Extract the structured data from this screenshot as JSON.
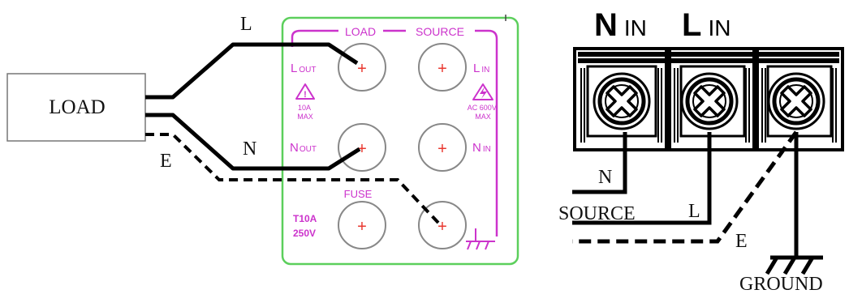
{
  "left_diagram": {
    "load_box_label": "LOAD",
    "wire_labels": {
      "live": "L",
      "neutral": "N",
      "earth": "E"
    },
    "panel": {
      "header_load": "LOAD",
      "header_source": "SOURCE",
      "terminal_symbol": "+",
      "load_out_L": {
        "main": "L",
        "sub": "OUT"
      },
      "source_in_L": {
        "main": "L",
        "sub": "IN"
      },
      "load_out_N": {
        "main": "N",
        "sub": "OUT"
      },
      "source_in_N": {
        "main": "N",
        "sub": "IN"
      },
      "load_rating": [
        "10A",
        "MAX"
      ],
      "source_rating": [
        "AC 600V",
        "MAX"
      ],
      "fuse_label": "FUSE",
      "fuse_rating": [
        "T10A",
        "250V"
      ]
    },
    "colors": {
      "panel_border": "#5ccf5c",
      "label_magenta": "#cc33cc",
      "terminal_plus": "#e8382f",
      "wire": "#000000"
    }
  },
  "right_diagram": {
    "header_n": {
      "main": "N",
      "sub": "IN"
    },
    "header_l": {
      "main": "L",
      "sub": "IN"
    },
    "wire_labels": {
      "neutral": "N",
      "live": "L",
      "earth": "E"
    },
    "source_label": "SOURCE",
    "ground_label": "GROUND"
  }
}
